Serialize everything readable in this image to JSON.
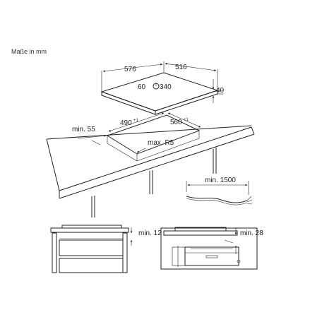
{
  "caption": "Maße in mm",
  "hob": {
    "width": "576",
    "depth": "516",
    "height": "40",
    "dial_left": "60",
    "dial_right": "340"
  },
  "cutout": {
    "side_min": "min. 55",
    "width": "490",
    "width_tol": "+1",
    "depth": "560",
    "depth_tol": "+1",
    "radius": "max. R5"
  },
  "cable": {
    "length": "min. 1500"
  },
  "sections": {
    "left_clearance": "min. 12",
    "right_clearance": "min. 28"
  }
}
